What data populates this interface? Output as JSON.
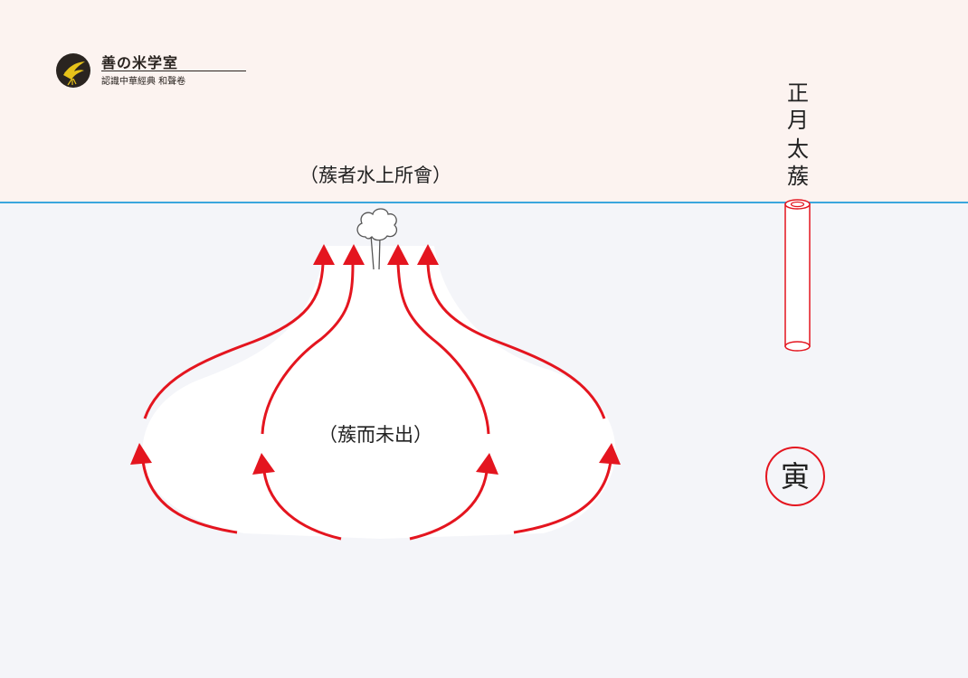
{
  "logo": {
    "title": "善の米学室",
    "subtitle": "認識中華經典 和聲卷"
  },
  "labels": {
    "top": "（蔟者水上所會）",
    "middle": "（蔟而未出）",
    "month": "正月",
    "pitch": "太蔟",
    "branch": "寅"
  },
  "colors": {
    "sky": "#fcf3f0",
    "earth": "#f4f5f9",
    "surface_line": "#3aa6dd",
    "arrow": "#e4151f",
    "pipe_outline": "#e4151f"
  },
  "icons": {
    "logo": "bird-emblem-icon",
    "emission": "cloud-puff-icon"
  }
}
